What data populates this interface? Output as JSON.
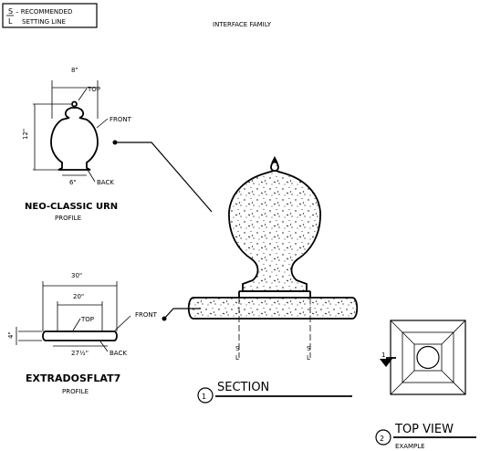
{
  "legend": {
    "symbol_top": "S",
    "symbol_bottom": "L",
    "line1": "– RECOMMENDED",
    "line2": "SETTING LINE"
  },
  "header": {
    "title": "INTERFACE FAMILY"
  },
  "urn_profile": {
    "dim_width": "8\"",
    "dim_height": "12\"",
    "dim_base": "6\"",
    "label_top": "TOP",
    "label_front": "FRONT",
    "label_back": "BACK",
    "title": "NEO-CLASSIC URN",
    "subtitle": "PROFILE"
  },
  "flat_profile": {
    "dim_outer": "30\"",
    "dim_inner": "20\"",
    "dim_thickness": "4\"",
    "dim_base": "27½\"",
    "label_top": "TOP",
    "label_front": "FRONT",
    "label_back": "BACK",
    "title": "EXTRADOSFLAT7",
    "subtitle": "PROFILE"
  },
  "section": {
    "number": "1",
    "title": "SECTION",
    "sl_left_top": "S",
    "sl_left_bottom": "L",
    "sl_right_top": "S",
    "sl_right_bottom": "L"
  },
  "top_view": {
    "number": "2",
    "title": "TOP VIEW",
    "subtitle": "EXAMPLE",
    "marker": "1"
  }
}
